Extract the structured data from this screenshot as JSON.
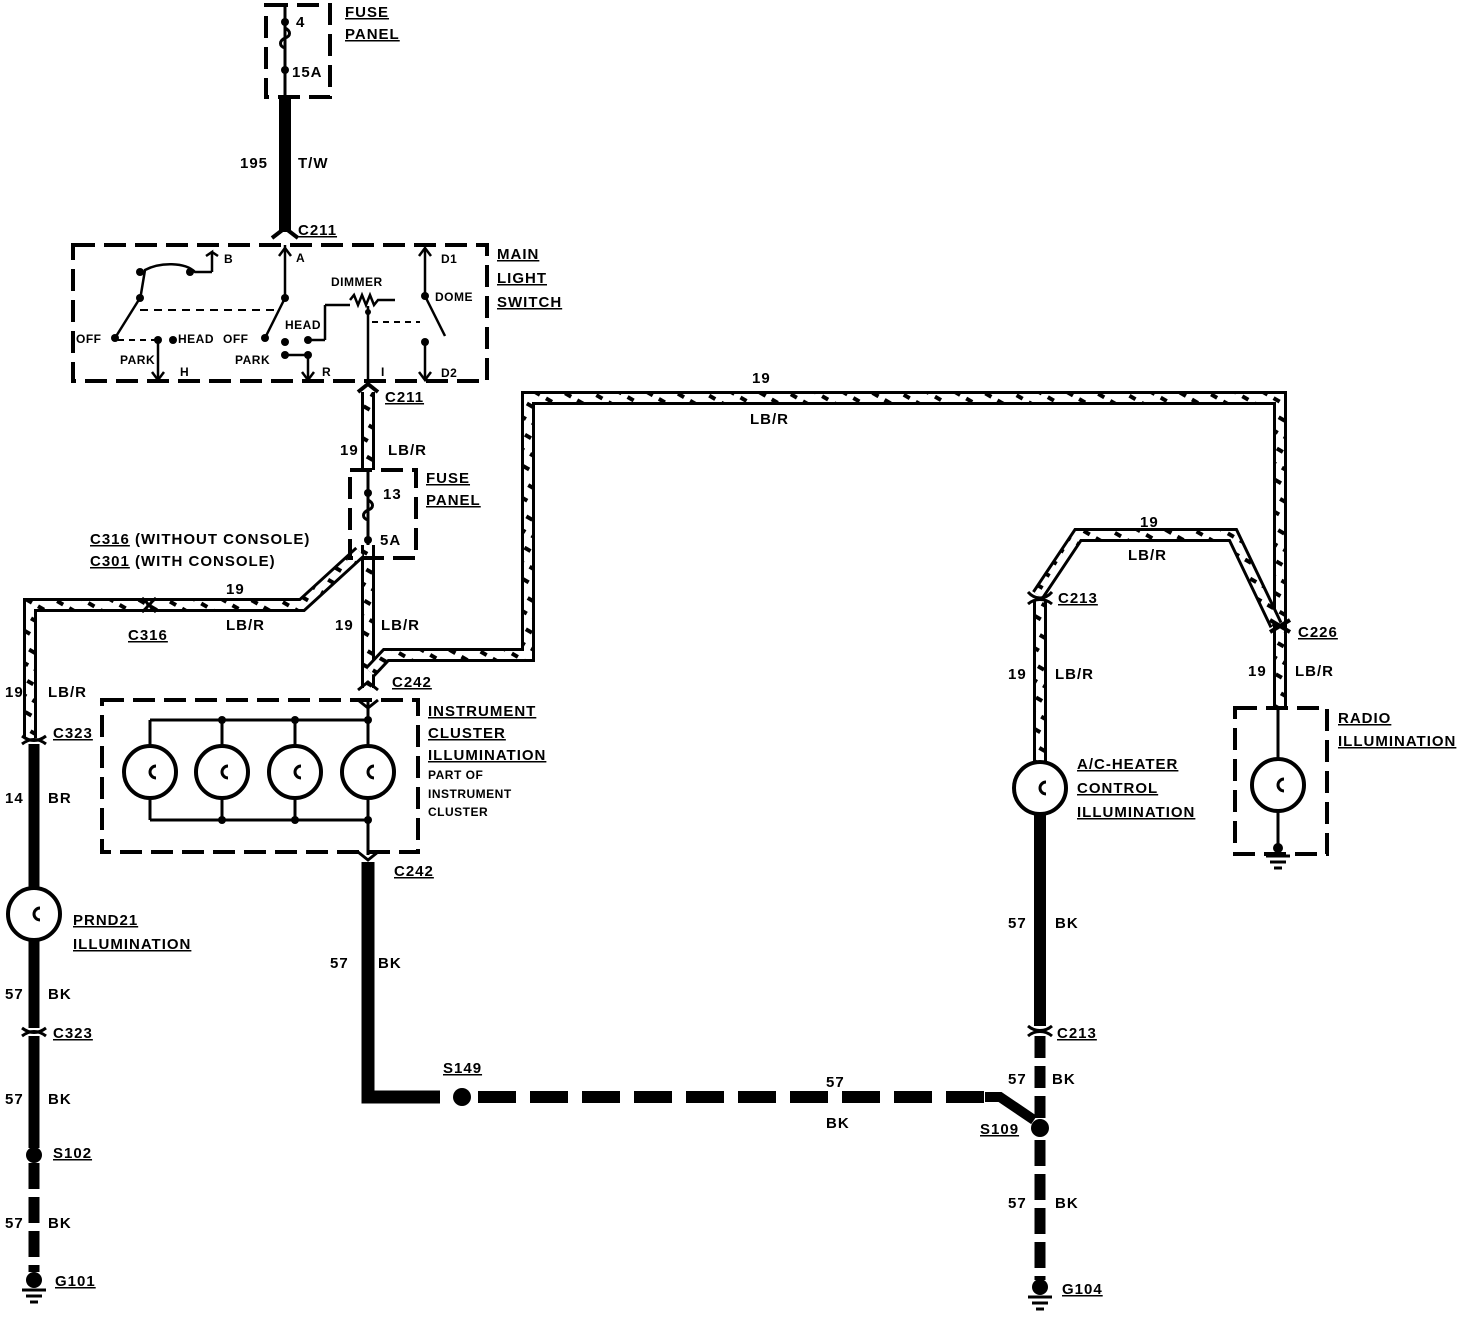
{
  "fuse_panel_top": {
    "number": "4",
    "rating": "15A",
    "label_line1": "FUSE",
    "label_line2": "PANEL"
  },
  "wire_top": {
    "circuit": "195",
    "color": "T/W"
  },
  "main_switch": {
    "connector_in": "C211",
    "connector_out": "C211",
    "label_line1": "MAIN",
    "label_line2": "LIGHT",
    "label_line3": "SWITCH",
    "terminals": {
      "b": "B",
      "a": "A",
      "d1": "D1",
      "d2": "D2",
      "h": "H",
      "r": "R",
      "i": "I"
    },
    "positions": {
      "off": "OFF",
      "park": "PARK",
      "head": "HEAD",
      "off2": "OFF",
      "park2": "PARK",
      "head2": "HEAD",
      "dimmer": "DIMMER",
      "dome": "DOME"
    }
  },
  "wire_switch_out": {
    "circuit": "19",
    "color": "LB/R"
  },
  "fuse_panel_mid": {
    "number": "13",
    "rating": "5A",
    "label_line1": "FUSE",
    "label_line2": "PANEL"
  },
  "console_labels": {
    "line1_conn": "C316",
    "line1_text": "(WITHOUT CONSOLE)",
    "line2_conn": "C301",
    "line2_text": "(WITH CONSOLE)"
  },
  "wire_left_horiz": {
    "circuit": "19",
    "color": "LB/R",
    "connector": "C316"
  },
  "wire_center_vert": {
    "circuit": "19",
    "color": "LB/R"
  },
  "wire_top_right": {
    "circuit": "19",
    "color": "LB/R"
  },
  "wire_ac_bridge": {
    "circuit": "19",
    "color": "LB/R"
  },
  "prnd21": {
    "upper_wire": {
      "circuit": "19",
      "color": "LB/R"
    },
    "connector_top": "C323",
    "mid_wire": {
      "circuit": "14",
      "color": "BR"
    },
    "label_line1": "PRND21",
    "label_line2": "ILLUMINATION",
    "lower_wire": {
      "circuit": "57",
      "color": "BK"
    },
    "connector_bottom": "C323",
    "wire_to_splice": {
      "circuit": "57",
      "color": "BK"
    },
    "splice": "S102",
    "wire_to_ground": {
      "circuit": "57",
      "color": "BK"
    },
    "ground": "G101"
  },
  "instrument_cluster": {
    "connector_top": "C242",
    "connector_bottom": "C242",
    "label_line1": "INSTRUMENT",
    "label_line2": "CLUSTER",
    "label_line3": "ILLUMINATION",
    "note_line1": "PART OF",
    "note_line2": "INSTRUMENT",
    "note_line3": "CLUSTER",
    "ground_wire": {
      "circuit": "57",
      "color": "BK"
    }
  },
  "ground_run": {
    "splice": "S149",
    "circuit": "57",
    "color": "BK"
  },
  "ac_heater": {
    "connector_top": "C213",
    "wire_in": {
      "circuit": "19",
      "color": "LB/R"
    },
    "label_line1": "A/C-HEATER",
    "label_line2": "CONTROL",
    "label_line3": "ILLUMINATION",
    "wire_out": {
      "circuit": "57",
      "color": "BK"
    },
    "connector_bottom": "C213",
    "wire_to_splice": {
      "circuit": "57",
      "color": "BK"
    },
    "splice": "S109",
    "wire_to_ground": {
      "circuit": "57",
      "color": "BK"
    },
    "ground": "G104"
  },
  "radio": {
    "connector": "C226",
    "wire_in": {
      "circuit": "19",
      "color": "LB/R"
    },
    "label_line1": "RADIO",
    "label_line2": "ILLUMINATION"
  }
}
